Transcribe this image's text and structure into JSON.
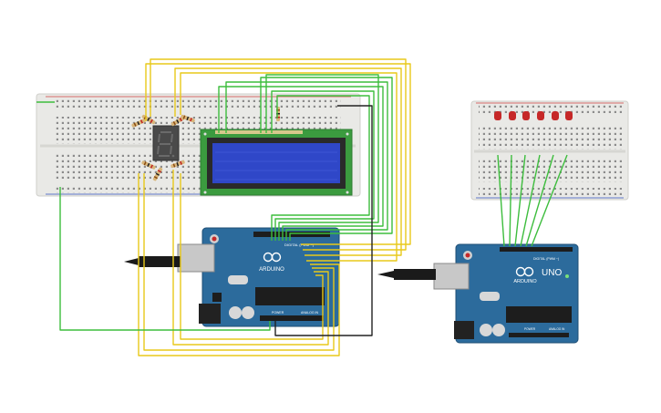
{
  "circuit": {
    "arduino_left": {
      "brand": "ARDUINO",
      "digital_label": "DIGITAL (PWM ~)",
      "power_label": "POWER",
      "analog_label": "ANALOG IN"
    },
    "arduino_right": {
      "brand": "ARDUINO",
      "model": "UNO",
      "digital_label": "DIGITAL (PWM ~)",
      "power_label": "POWER",
      "analog_label": "ANALOG IN"
    },
    "leds": [
      "led-1",
      "led-2",
      "led-3",
      "led-4",
      "led-5",
      "led-6"
    ]
  },
  "colors": {
    "breadboard": "#e9e9e6",
    "arduino_blue": "#2c6b9c",
    "lcd_screen": "#2f47c8",
    "lcd_pcb": "#3b9b3f",
    "wire_green": "#3dbd3d",
    "wire_yellow": "#e8c91a",
    "wire_black": "#222222",
    "led_red": "#c62828"
  }
}
